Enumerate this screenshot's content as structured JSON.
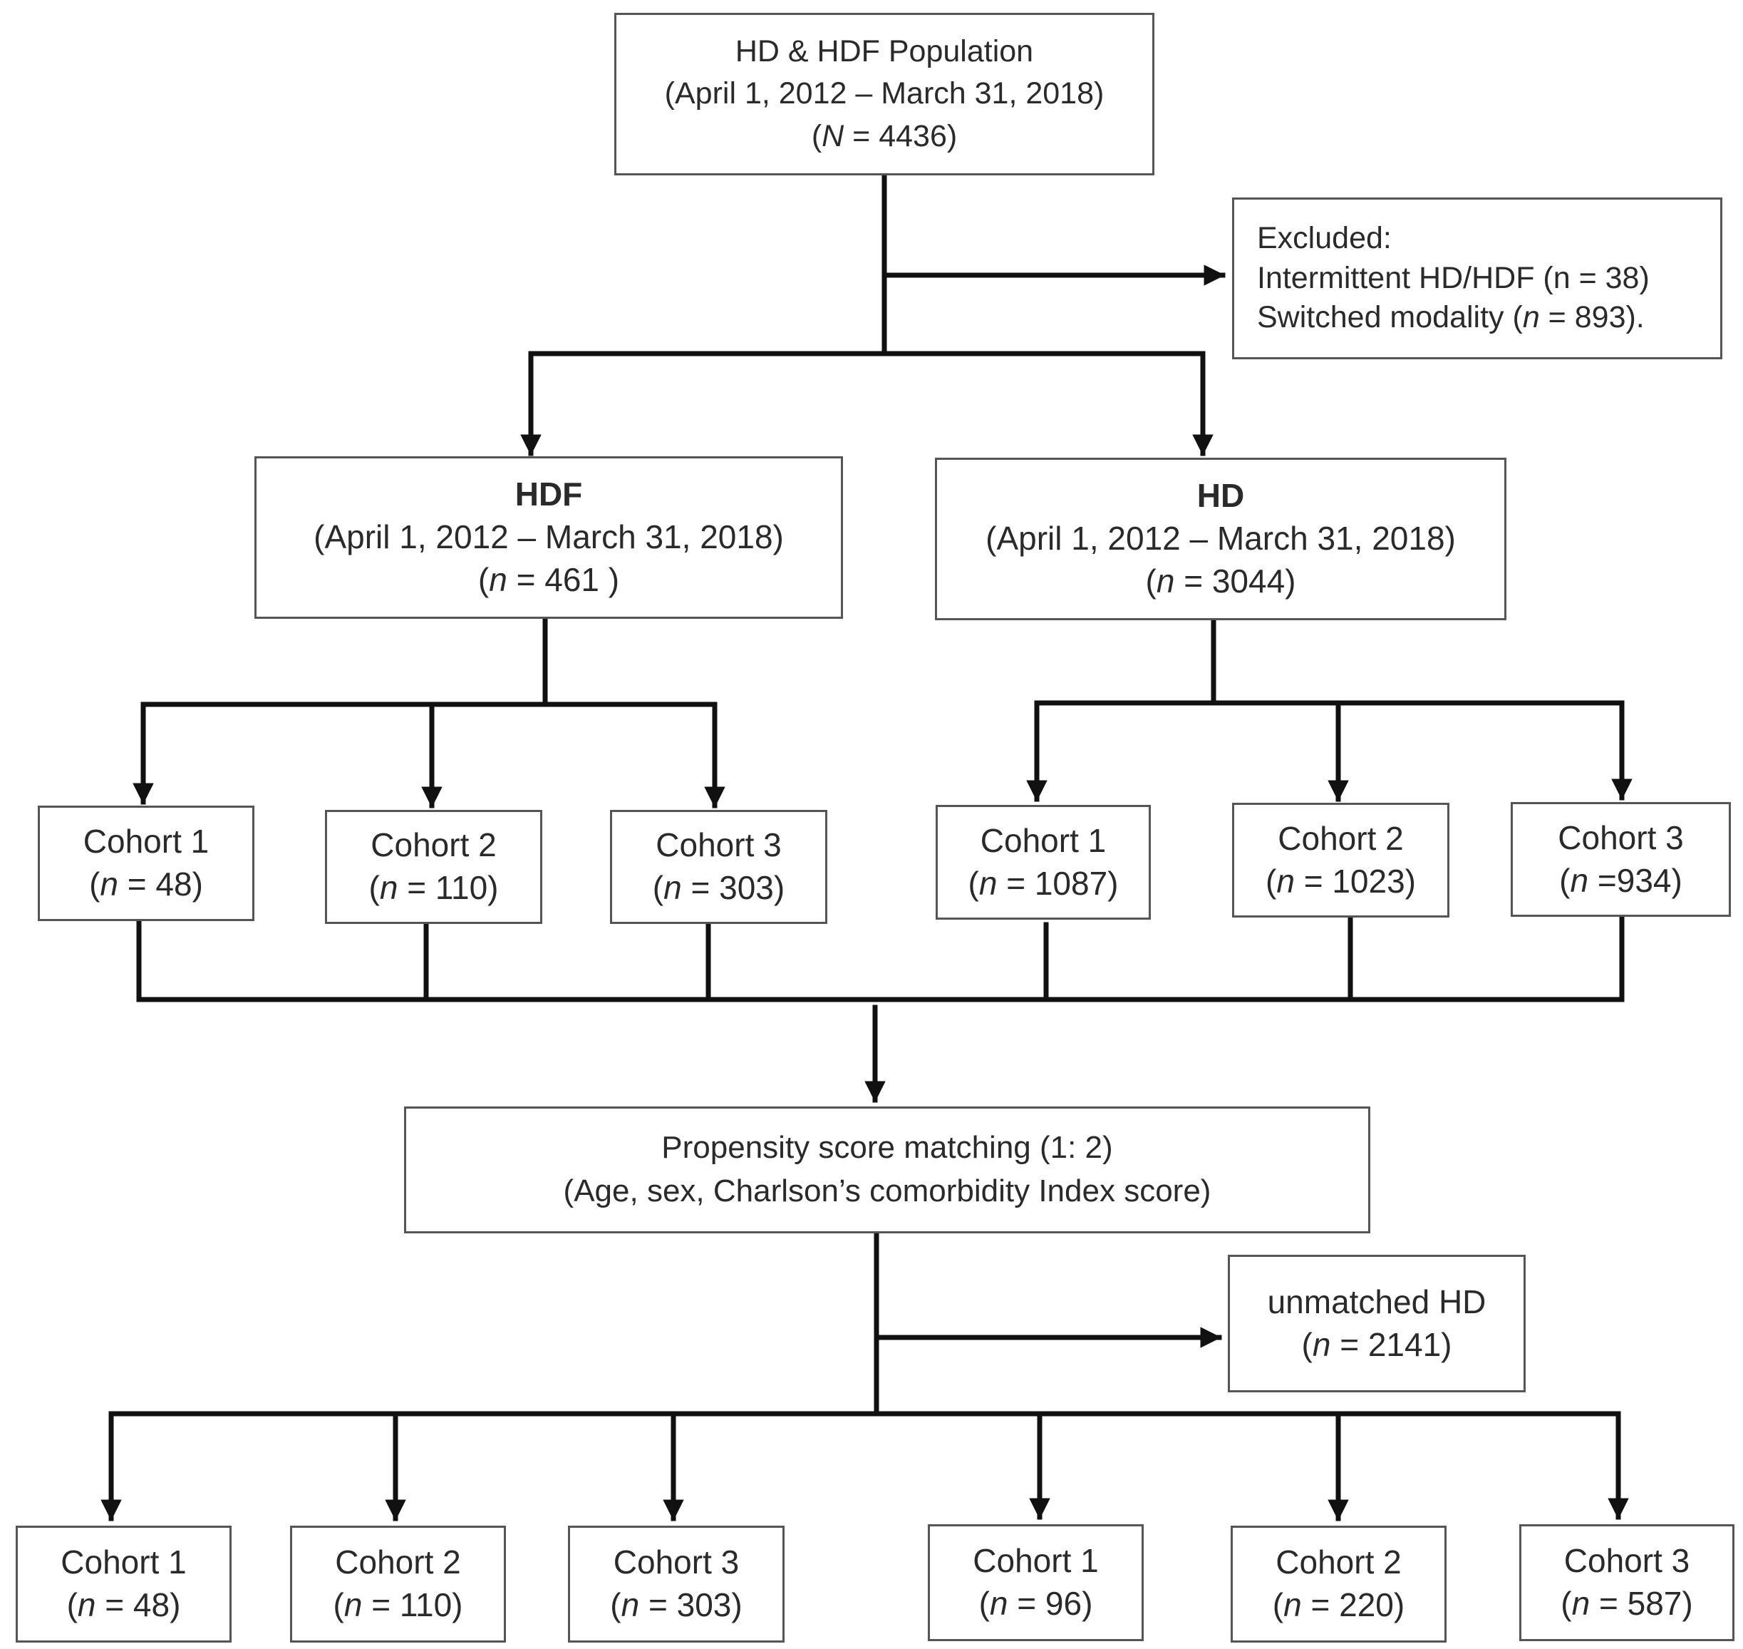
{
  "top": {
    "title": "HD & HDF Population",
    "dates": "(April 1, 2012 – March 31, 2018)",
    "count_pre": "(",
    "count_var": "N",
    "count_post": " = 4436)"
  },
  "excluded": {
    "heading": "Excluded:",
    "line1_pre": "Intermittent HD/HDF (n = 38)",
    "line2_pre": "Switched modality (",
    "line2_var": "n",
    "line2_post": " = 893)."
  },
  "hdf": {
    "title": "HDF",
    "dates": "(April 1, 2012 – March 31, 2018)",
    "count_pre": "(",
    "count_var": "n",
    "count_post": " = 461 )"
  },
  "hd": {
    "title": "HD",
    "dates": "(April 1, 2012 – March 31, 2018)",
    "count_pre": "(",
    "count_var": "n",
    "count_post": " = 3044)"
  },
  "hdf_cohorts": [
    {
      "label": "Cohort 1",
      "pre": "(",
      "var": "n",
      "post": " = 48)"
    },
    {
      "label": "Cohort 2",
      "pre": "(",
      "var": "n",
      "post": " = 110)"
    },
    {
      "label": "Cohort 3",
      "pre": "(",
      "var": "n",
      "post": " = 303)"
    }
  ],
  "hd_cohorts": [
    {
      "label": "Cohort 1",
      "pre": "(",
      "var": "n",
      "post": " = 1087)"
    },
    {
      "label": "Cohort 2",
      "pre": "(",
      "var": "n",
      "post": " = 1023)"
    },
    {
      "label": "Cohort 3",
      "pre": "(",
      "var": "n",
      "post": " =934)"
    }
  ],
  "psm": {
    "line1": "Propensity score matching (1: 2)",
    "line2": "(Age, sex, Charlson’s comorbidity Index score)"
  },
  "unmatched": {
    "line1": "unmatched HD",
    "pre": "(",
    "var": "n",
    "post": " = 2141)"
  },
  "matched_cohorts": [
    {
      "label": "Cohort 1",
      "pre": "(",
      "var": "n",
      "post": " = 48)"
    },
    {
      "label": "Cohort 2",
      "pre": "(",
      "var": "n",
      "post": " = 110)"
    },
    {
      "label": "Cohort 3",
      "pre": "(",
      "var": "n",
      "post": " = 303)"
    },
    {
      "label": "Cohort 1",
      "pre": "(",
      "var": "n",
      "post": " = 96)"
    },
    {
      "label": "Cohort 2",
      "pre": "(",
      "var": "n",
      "post": " = 220)"
    },
    {
      "label": "Cohort 3",
      "pre": "(",
      "var": "n",
      "post": " = 587)"
    }
  ],
  "colors": {
    "line": "#111111",
    "border": "#555555",
    "text": "#2a2a2a"
  }
}
